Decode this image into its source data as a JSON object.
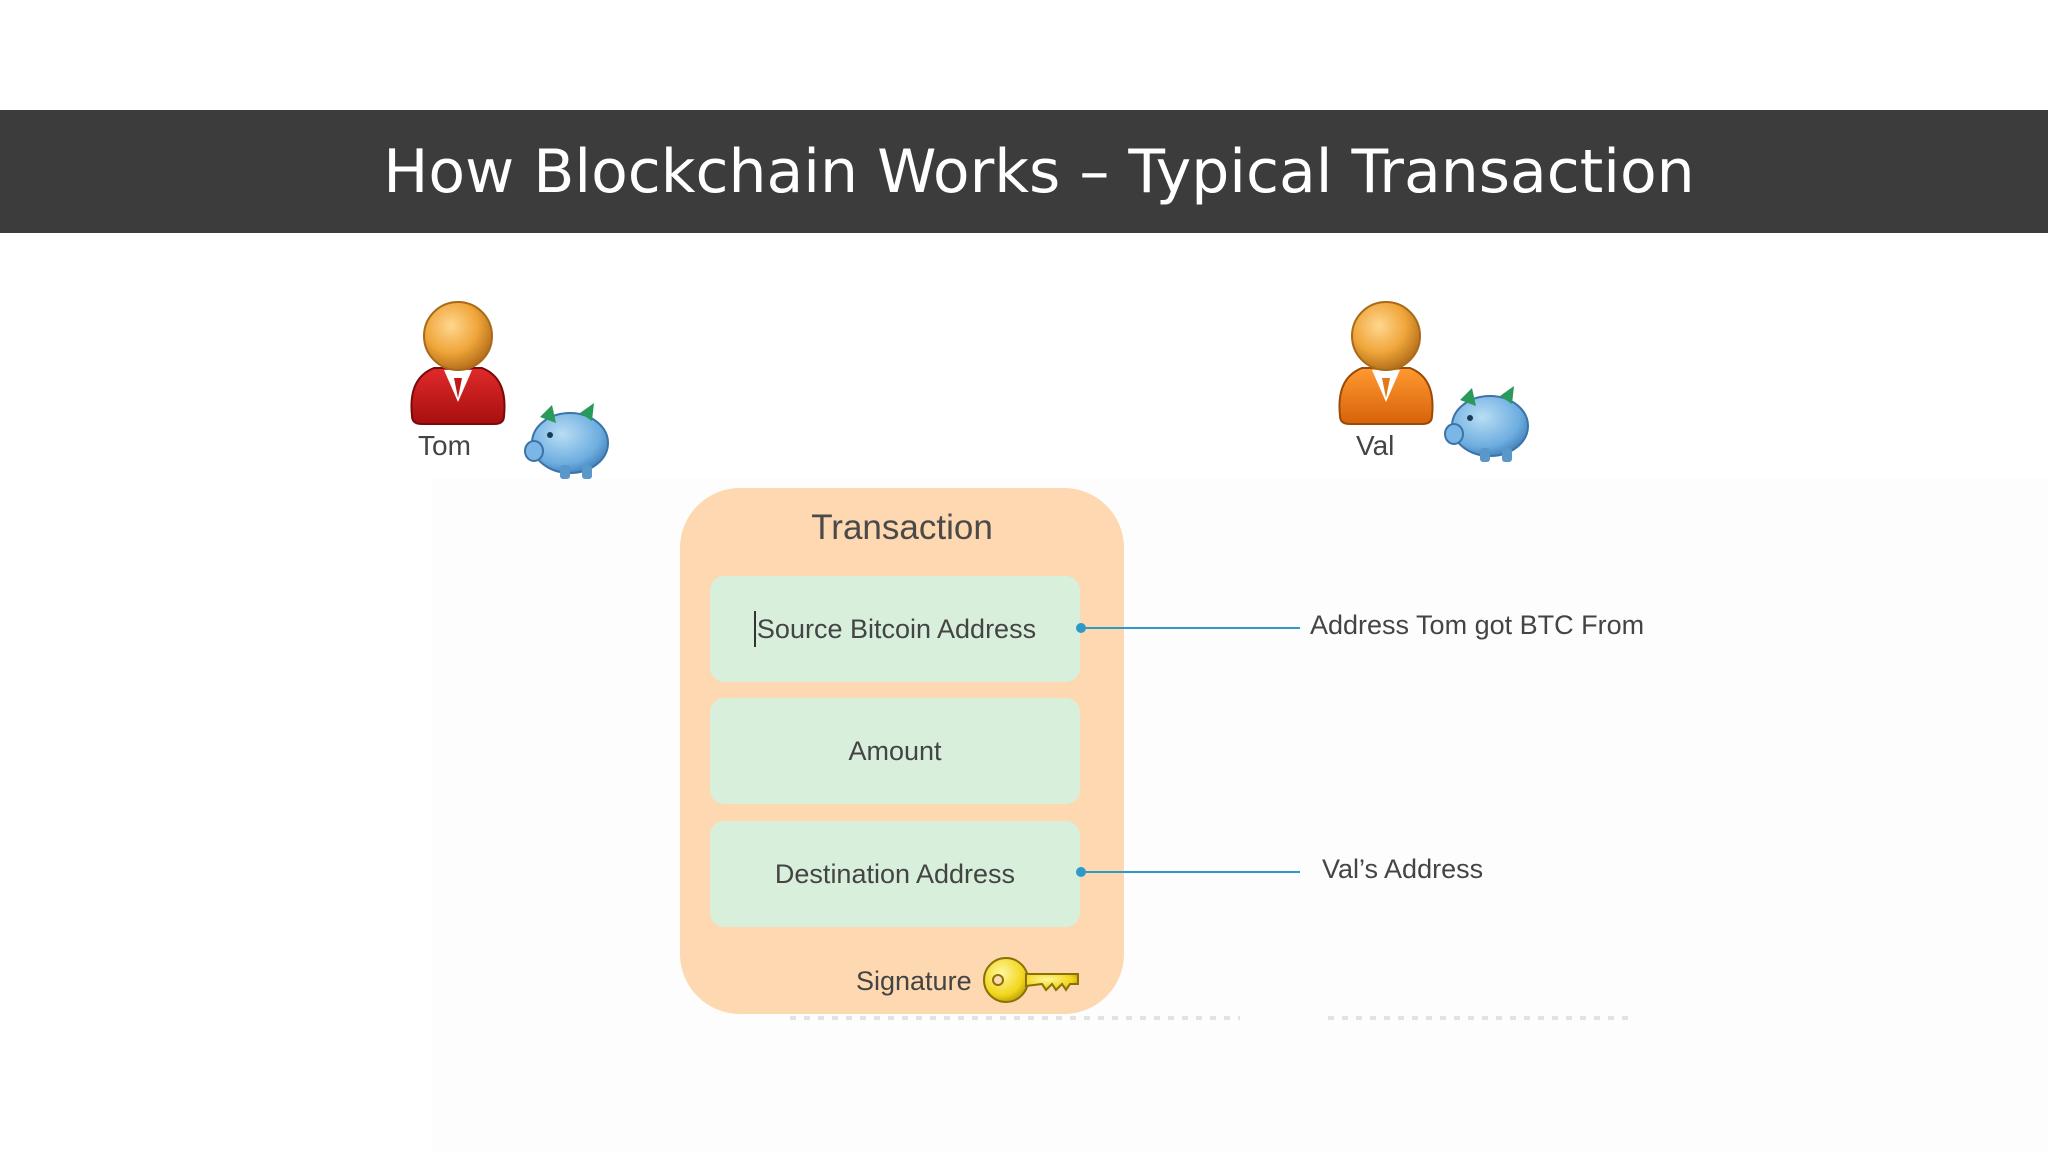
{
  "slide": {
    "title": "How Blockchain Works – Typical Transaction"
  },
  "people": {
    "sender": {
      "name": "Tom",
      "shirt_color": "#cc1a1a",
      "icon": "person-icon"
    },
    "receiver": {
      "name": "Val",
      "shirt_color": "#f07a10",
      "icon": "person-icon"
    }
  },
  "wallet_icon": "piggy-bank-icon",
  "transaction": {
    "title": "Transaction",
    "fields": [
      {
        "label": "Source Bitcoin Address"
      },
      {
        "label": "Amount"
      },
      {
        "label": "Destination Address"
      }
    ],
    "signature_label": "Signature",
    "signature_icon": "key-icon"
  },
  "annotations": {
    "source": "Address Tom got BTC From",
    "destination": "Val’s Address"
  },
  "colors": {
    "title_bar": "#3c3c3c",
    "transaction_box": "#fdd8b0",
    "field_box": "#d8efdb",
    "connector": "#2e9ac9"
  }
}
